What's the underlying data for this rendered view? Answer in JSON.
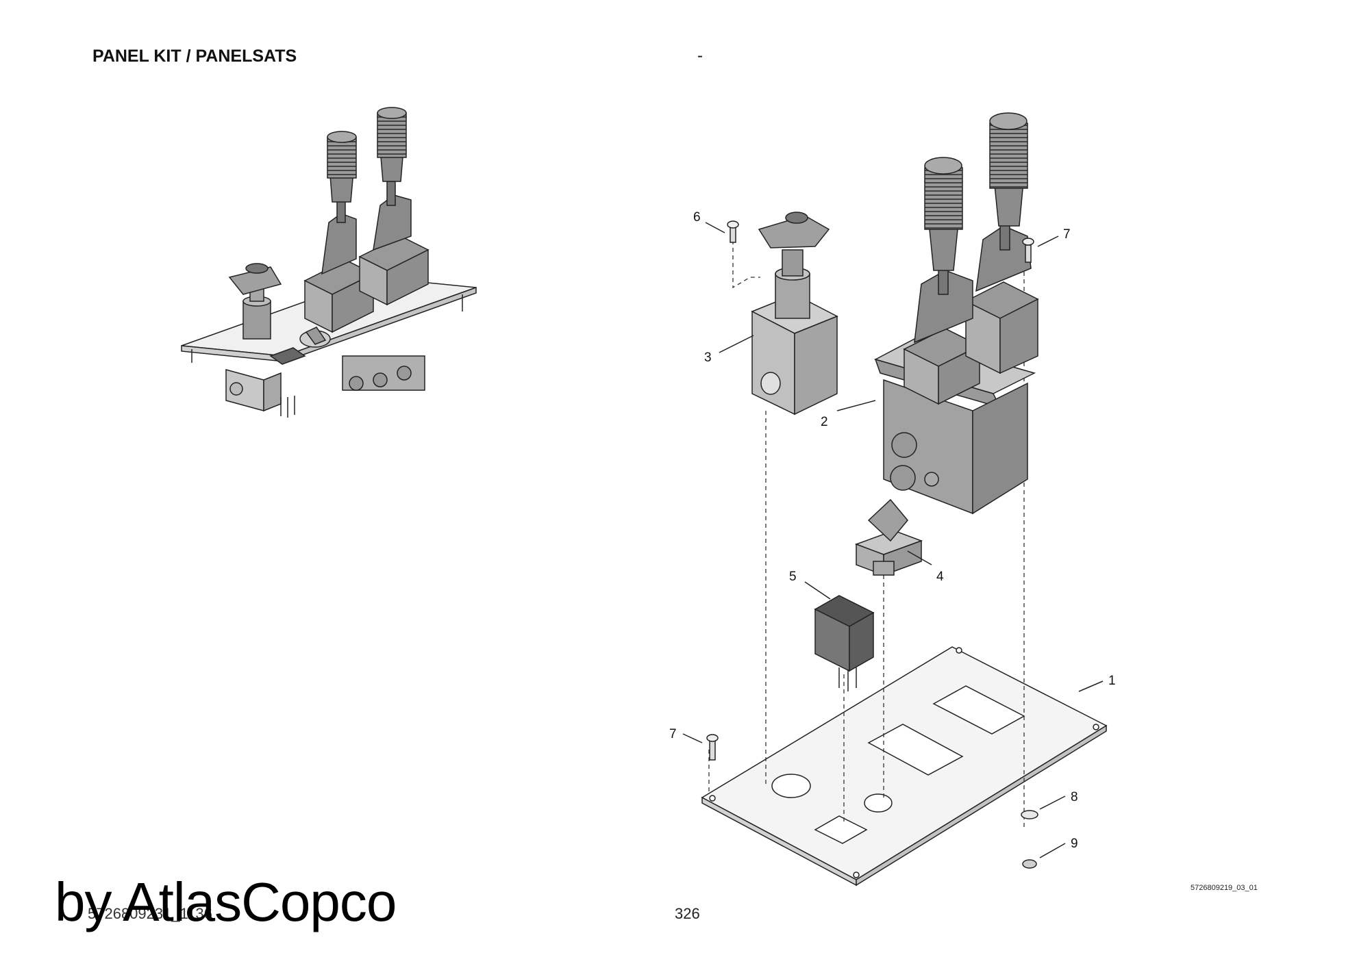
{
  "header": {
    "title": "PANEL KIT / PANELSATS",
    "separator": "-"
  },
  "callouts": [
    "6",
    "7",
    "3",
    "2",
    "5",
    "4",
    "1",
    "7",
    "8",
    "9"
  ],
  "figure_ref": "5726809219_03_01",
  "footer": {
    "doc_ref": "5726809231_1136",
    "page_number": "326"
  },
  "watermark": "by AtlasCopco"
}
